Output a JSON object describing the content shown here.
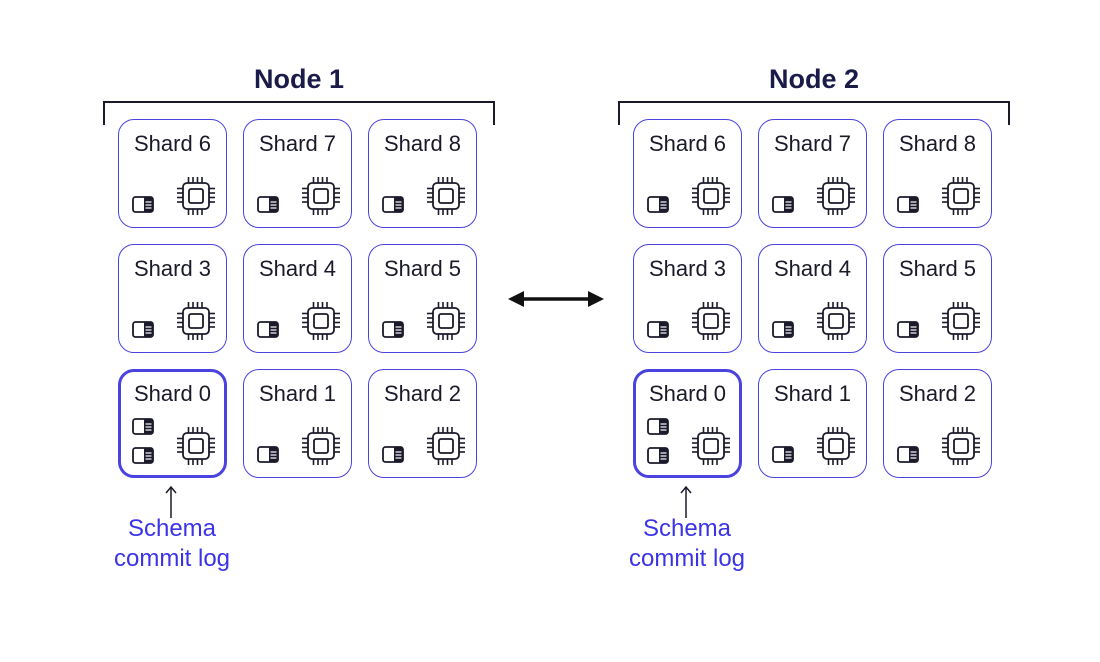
{
  "nodes": [
    {
      "title": "Node 1",
      "shards": [
        {
          "label": "Shard 6",
          "leader": false
        },
        {
          "label": "Shard 7",
          "leader": false
        },
        {
          "label": "Shard 8",
          "leader": false
        },
        {
          "label": "Shard 3",
          "leader": false
        },
        {
          "label": "Shard 4",
          "leader": false
        },
        {
          "label": "Shard 5",
          "leader": false
        },
        {
          "label": "Shard 0",
          "leader": true
        },
        {
          "label": "Shard 1",
          "leader": false
        },
        {
          "label": "Shard 2",
          "leader": false
        }
      ],
      "annotation": {
        "line1": "Schema",
        "line2": "commit log"
      }
    },
    {
      "title": "Node 2",
      "shards": [
        {
          "label": "Shard 6",
          "leader": false
        },
        {
          "label": "Shard 7",
          "leader": false
        },
        {
          "label": "Shard 8",
          "leader": false
        },
        {
          "label": "Shard 3",
          "leader": false
        },
        {
          "label": "Shard 4",
          "leader": false
        },
        {
          "label": "Shard 5",
          "leader": false
        },
        {
          "label": "Shard 0",
          "leader": true
        },
        {
          "label": "Shard 1",
          "leader": false
        },
        {
          "label": "Shard 2",
          "leader": false
        }
      ],
      "annotation": {
        "line1": "Schema",
        "line2": "commit log"
      }
    }
  ],
  "icons": {
    "storage": "disk-icon",
    "compute": "cpu-chip-icon",
    "link": "double-arrow-icon",
    "pointer": "up-arrow-icon"
  },
  "colors": {
    "shard_border": "#4a43e0",
    "annotation_text": "#3b33e8",
    "title_text": "#1b1b4a",
    "icon_stroke": "#1a1a2a"
  }
}
